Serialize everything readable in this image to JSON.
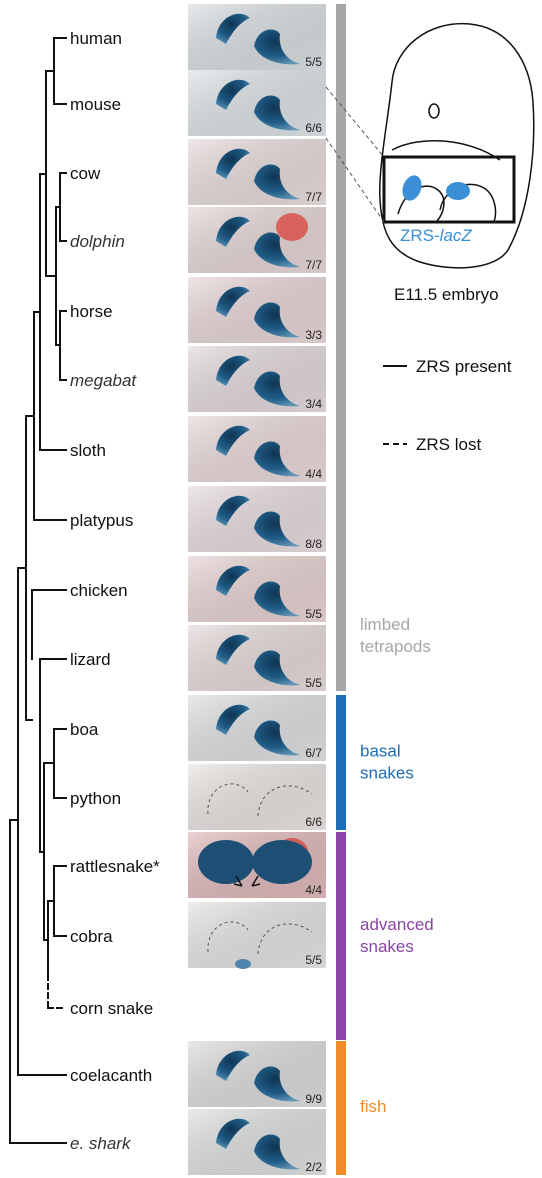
{
  "species": [
    {
      "name": "human",
      "italic": false,
      "ratio": "5/5",
      "bg": "#d9dfe2",
      "redTint": false
    },
    {
      "name": "mouse",
      "italic": false,
      "ratio": "6/6",
      "bg": "#dde3e6",
      "redTint": false
    },
    {
      "name": "cow",
      "italic": false,
      "ratio": "7/7",
      "bg": "#e8dcdc",
      "redTint": false
    },
    {
      "name": "dolphin",
      "italic": true,
      "ratio": "7/7",
      "bg": "#e6d6d6",
      "redTint": true
    },
    {
      "name": "horse",
      "italic": false,
      "ratio": "3/3",
      "bg": "#e8d6d8",
      "redTint": false
    },
    {
      "name": "megabat",
      "italic": true,
      "ratio": "3/4",
      "bg": "#e3d9dd",
      "redTint": false
    },
    {
      "name": "sloth",
      "italic": false,
      "ratio": "4/4",
      "bg": "#ead9da",
      "redTint": false
    },
    {
      "name": "platypus",
      "italic": false,
      "ratio": "8/8",
      "bg": "#e7dcdf",
      "redTint": false
    },
    {
      "name": "chicken",
      "italic": false,
      "ratio": "5/5",
      "bg": "#e8d3d3",
      "redTint": false
    },
    {
      "name": "lizard",
      "italic": false,
      "ratio": "5/5",
      "bg": "#e6dada",
      "redTint": false
    },
    {
      "name": "boa",
      "italic": false,
      "ratio": "6/7",
      "bg": "#dfe0e2",
      "redTint": false
    },
    {
      "name": "python",
      "italic": false,
      "ratio": "6/6",
      "bg": "#e9e4e2",
      "redTint": false
    },
    {
      "name": "rattlesnake*",
      "italic": false,
      "ratio": "4/4",
      "bg": "#e0b9bb",
      "redTint": true
    },
    {
      "name": "cobra",
      "italic": false,
      "ratio": "5/5",
      "bg": "#e6e4e3",
      "redTint": false
    },
    {
      "name": "corn snake",
      "italic": false,
      "ratio": null,
      "bg": null,
      "redTint": false
    },
    {
      "name": "coelacanth",
      "italic": false,
      "ratio": "9/9",
      "bg": "#dcdcdc",
      "redTint": false
    },
    {
      "name": "e. shark",
      "italic": true,
      "ratio": "2/2",
      "bg": "#dee0e0",
      "redTint": false
    }
  ],
  "groups": [
    {
      "label_lines": [
        "limbed",
        "tetrapods"
      ],
      "color": "#a7a7a7",
      "from_row": 0,
      "to_row": 9
    },
    {
      "label_lines": [
        "basal",
        "snakes"
      ],
      "color": "#1e6db8",
      "from_row": 10,
      "to_row": 11
    },
    {
      "label_lines": [
        "advanced",
        "snakes"
      ],
      "color": "#8c44a6",
      "from_row": 12,
      "to_row": 14
    },
    {
      "label_lines": [
        "fish"
      ],
      "color": "#ee8b2a",
      "from_row": 15,
      "to_row": 16
    }
  ],
  "inset": {
    "construct_prefix": "ZRS-",
    "construct_suffix": "lacZ",
    "caption": "E11.5 embryo",
    "construct_color": "#3a8fd6"
  },
  "legend": {
    "present_label": "ZRS present",
    "lost_label": "ZRS lost"
  },
  "colors": {
    "stain": "#1d4f74",
    "tree": "#111111"
  }
}
